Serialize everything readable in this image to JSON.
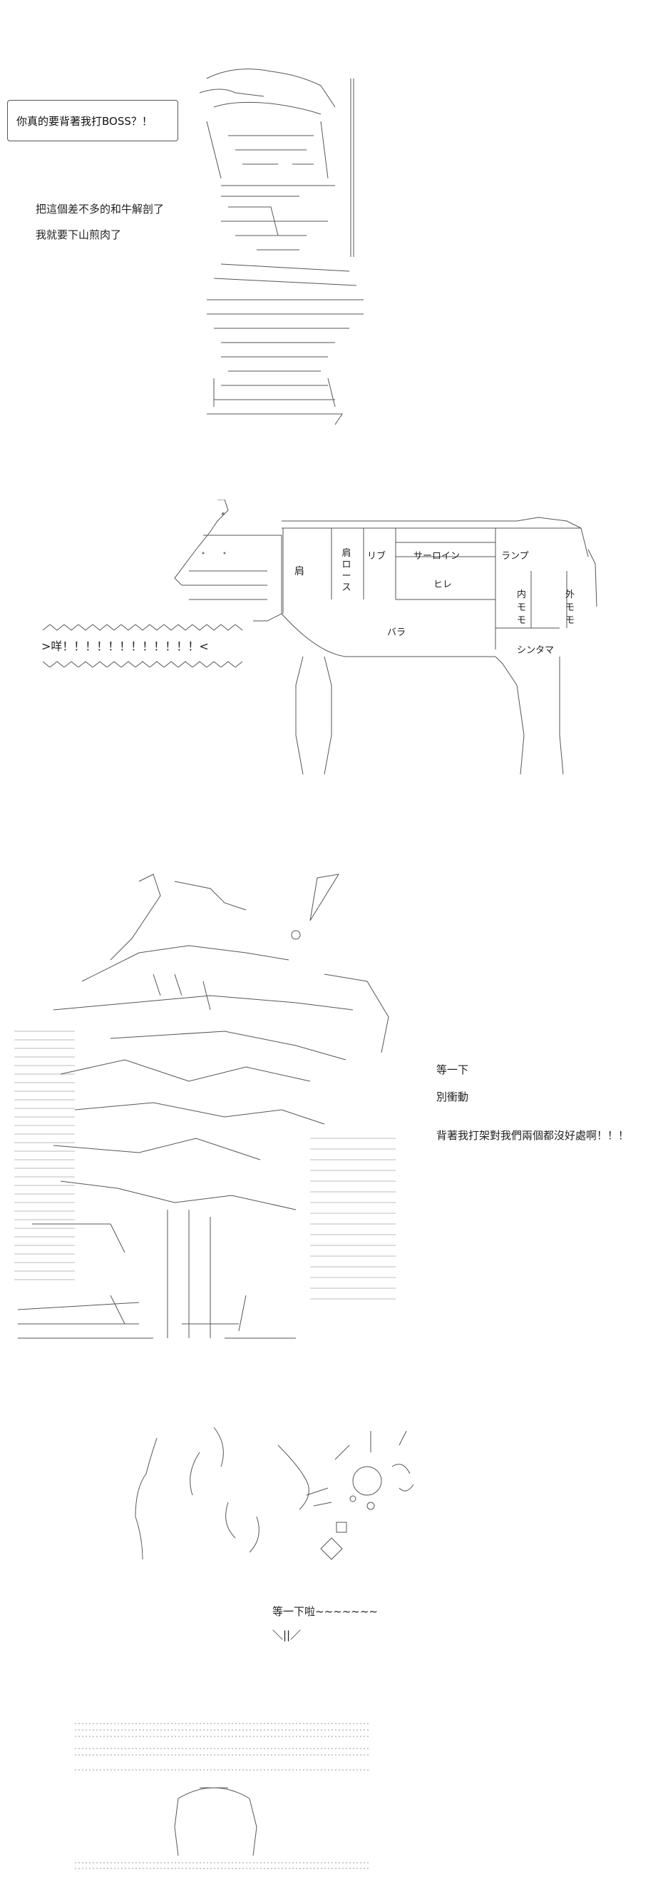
{
  "panel1": {
    "bubble_text": "你真的要背著我打BOSS？！",
    "line1": "把這個差不多的和牛解剖了",
    "line2": "我就要下山煎肉了"
  },
  "panel2": {
    "shout": ">咩！！！！！！！！！！！！<",
    "cuts": {
      "kata": "肩",
      "kataroosu": "肩ロース",
      "ribu": "リブ",
      "sirloin": "サーロイン",
      "rump": "ランプ",
      "hire": "ヒレ",
      "bara": "バラ",
      "uchimomo": "内モモ",
      "sotomomo": "外モモ",
      "shintama": "シンタマ"
    }
  },
  "panel3": {
    "line1": "等一下",
    "line2": "別衝動",
    "line3": "背著我打架對我們兩個都沒好處啊！！！"
  },
  "panel4": {
    "line1": "等一下啦~~~~~~~",
    "line2": "＼||／"
  }
}
